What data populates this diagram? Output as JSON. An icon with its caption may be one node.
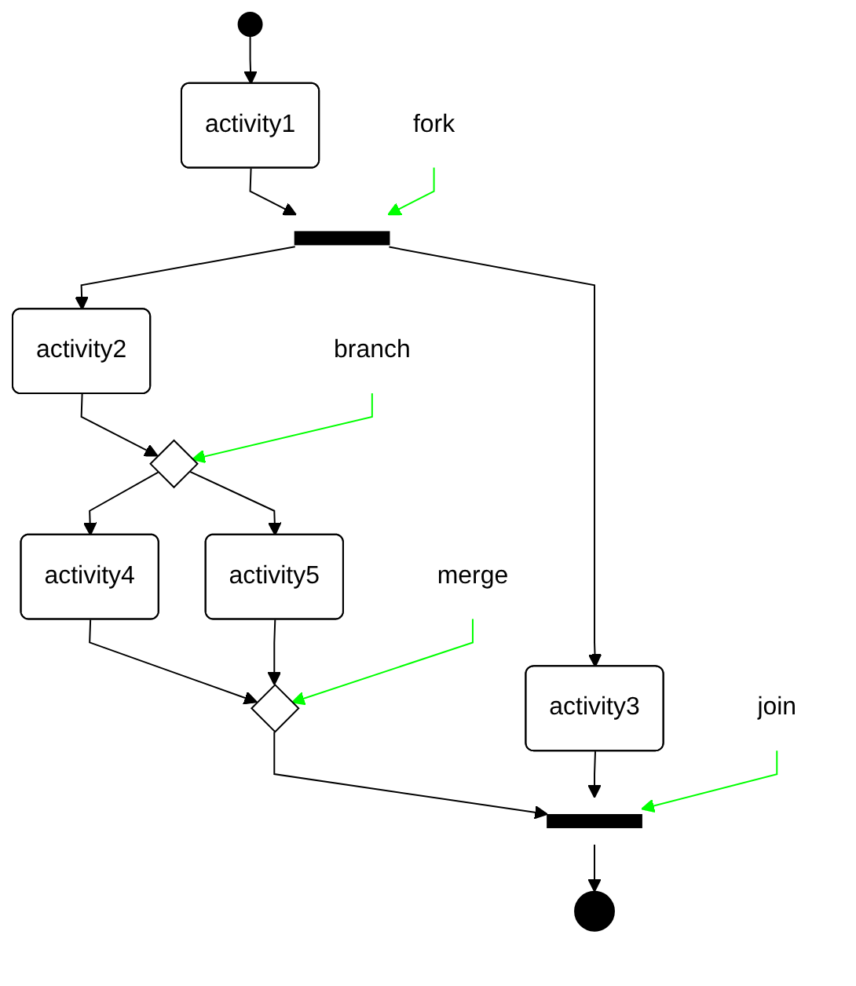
{
  "diagram": {
    "nodes": [
      {
        "text": [],
        "shape": "circle"
      },
      {
        "text": [
          "fork"
        ]
      },
      {
        "text": [
          "activity1"
        ]
      },
      {
        "text": [],
        "shape": "bar"
      },
      {
        "text": [
          "activity2"
        ]
      },
      {
        "text": [
          "activity3"
        ]
      },
      {
        "text": [
          "branch"
        ]
      },
      {
        "text": [],
        "shape": "diamond"
      },
      {
        "text": [
          "activity4"
        ]
      },
      {
        "text": [
          "activity5"
        ]
      },
      {
        "text": [
          "merge"
        ]
      },
      {
        "text": [],
        "shape": "diamond"
      },
      {
        "text": [
          "join"
        ]
      },
      {
        "text": [],
        "shape": "bar"
      },
      {
        "text": [],
        "shape": "circle"
      }
    ],
    "edges": [
      {
        "from": 0,
        "to": 2,
        "arrow": "to"
      },
      {
        "from": 2,
        "to": 3,
        "arrow": "to"
      },
      {
        "from": 1,
        "to": 3,
        "arrow": "to",
        "color": "#00ff00"
      },
      {
        "from": 3,
        "to": 4,
        "arrow": "to"
      },
      {
        "from": 3,
        "to": 5,
        "arrow": "to"
      },
      {
        "from": 4,
        "to": 7,
        "arrow": "to"
      },
      {
        "from": 6,
        "to": 7,
        "arrow": "to",
        "color": "#00ff00"
      },
      {
        "from": 7,
        "to": 8,
        "arrow": "to"
      },
      {
        "from": 7,
        "to": 9,
        "arrow": "to"
      },
      {
        "from": 8,
        "to": 11,
        "arrow": "to"
      },
      {
        "from": 9,
        "to": 11,
        "arrow": "to"
      },
      {
        "from": 10,
        "to": 11,
        "arrow": "to",
        "color": "#00ff00"
      },
      {
        "from": 11,
        "to": 13,
        "arrow": "to"
      },
      {
        "from": 5,
        "to": 13,
        "arrow": "to"
      },
      {
        "from": 12,
        "to": 13,
        "arrow": "to",
        "color": "#00ff00"
      },
      {
        "from": 13,
        "to": 14,
        "arrow": "to"
      }
    ]
  }
}
